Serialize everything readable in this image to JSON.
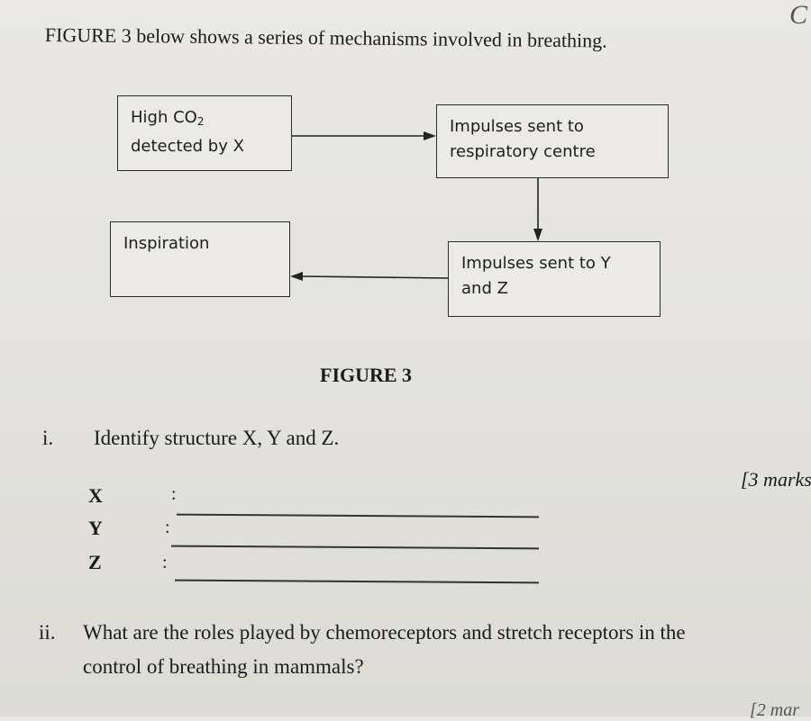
{
  "corner_mark": "C",
  "intro": "FIGURE 3 below shows a series of mechanisms involved in  breathing.",
  "diagram": {
    "box1_line1_pre": "High CO",
    "box1_sub": "2",
    "box1_line2": "detected by X",
    "box2_line1": "Impulses sent to",
    "box2_line2": "respiratory centre",
    "box3_line1": "Impulses sent to Y",
    "box3_line2": "and Z",
    "box4_line1": "Inspiration"
  },
  "figure_caption": "FIGURE 3",
  "q1": {
    "number": "i.",
    "text": "Identify structure X, Y and Z.",
    "marks": "[3 marks",
    "items": [
      {
        "label": "X",
        "colon": ":"
      },
      {
        "label": "Y",
        "colon": ":"
      },
      {
        "label": "Z",
        "colon": ":"
      }
    ]
  },
  "q2": {
    "number": "ii.",
    "line1": "What are the roles played by chemoreceptors and stretch receptors in the",
    "line2": "control of breathing in mammals?",
    "marks": "[2 mar"
  }
}
